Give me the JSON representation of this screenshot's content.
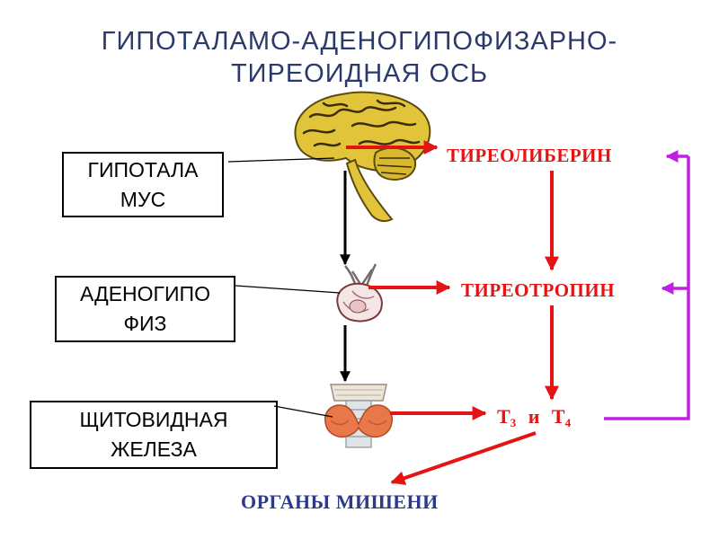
{
  "title": {
    "line1": "ГИПОТАЛАМО-АДЕНОГИПОФИЗАРНО-",
    "line2": "ТИРЕОИДНАЯ ОСЬ"
  },
  "boxes": {
    "hypothalamus": {
      "line1": "ГИПОТАЛА",
      "line2": "МУС"
    },
    "adenohypophysis": {
      "line1": "АДЕНОГИПО",
      "line2": "ФИЗ"
    },
    "thyroid": {
      "line1": "ЩИТОВИДНАЯ",
      "line2": "ЖЕЛЕЗА"
    }
  },
  "hormones": {
    "thyroliberin": "ТИРЕОЛИБЕРИН",
    "thyrotropin": "ТИРЕОТРОПИН",
    "t3": "Т",
    "t3_sub": "3",
    "and": "и",
    "t4": "Т",
    "t4_sub": "4"
  },
  "targets": "ОРГАНЫ МИШЕНИ",
  "colors": {
    "title": "#2b3a6b",
    "hormone_text": "#e41414",
    "red_arrow": "#e41414",
    "black_arrow": "#000000",
    "feedback_arrow": "#c020e0",
    "targets_text": "#2b3a8a",
    "brain": "#e2c43a",
    "thyroid": "#e8784a"
  },
  "icons": {
    "brain": "brain-icon",
    "pituitary": "pituitary-gland-icon",
    "thyroid": "thyroid-gland-icon"
  }
}
